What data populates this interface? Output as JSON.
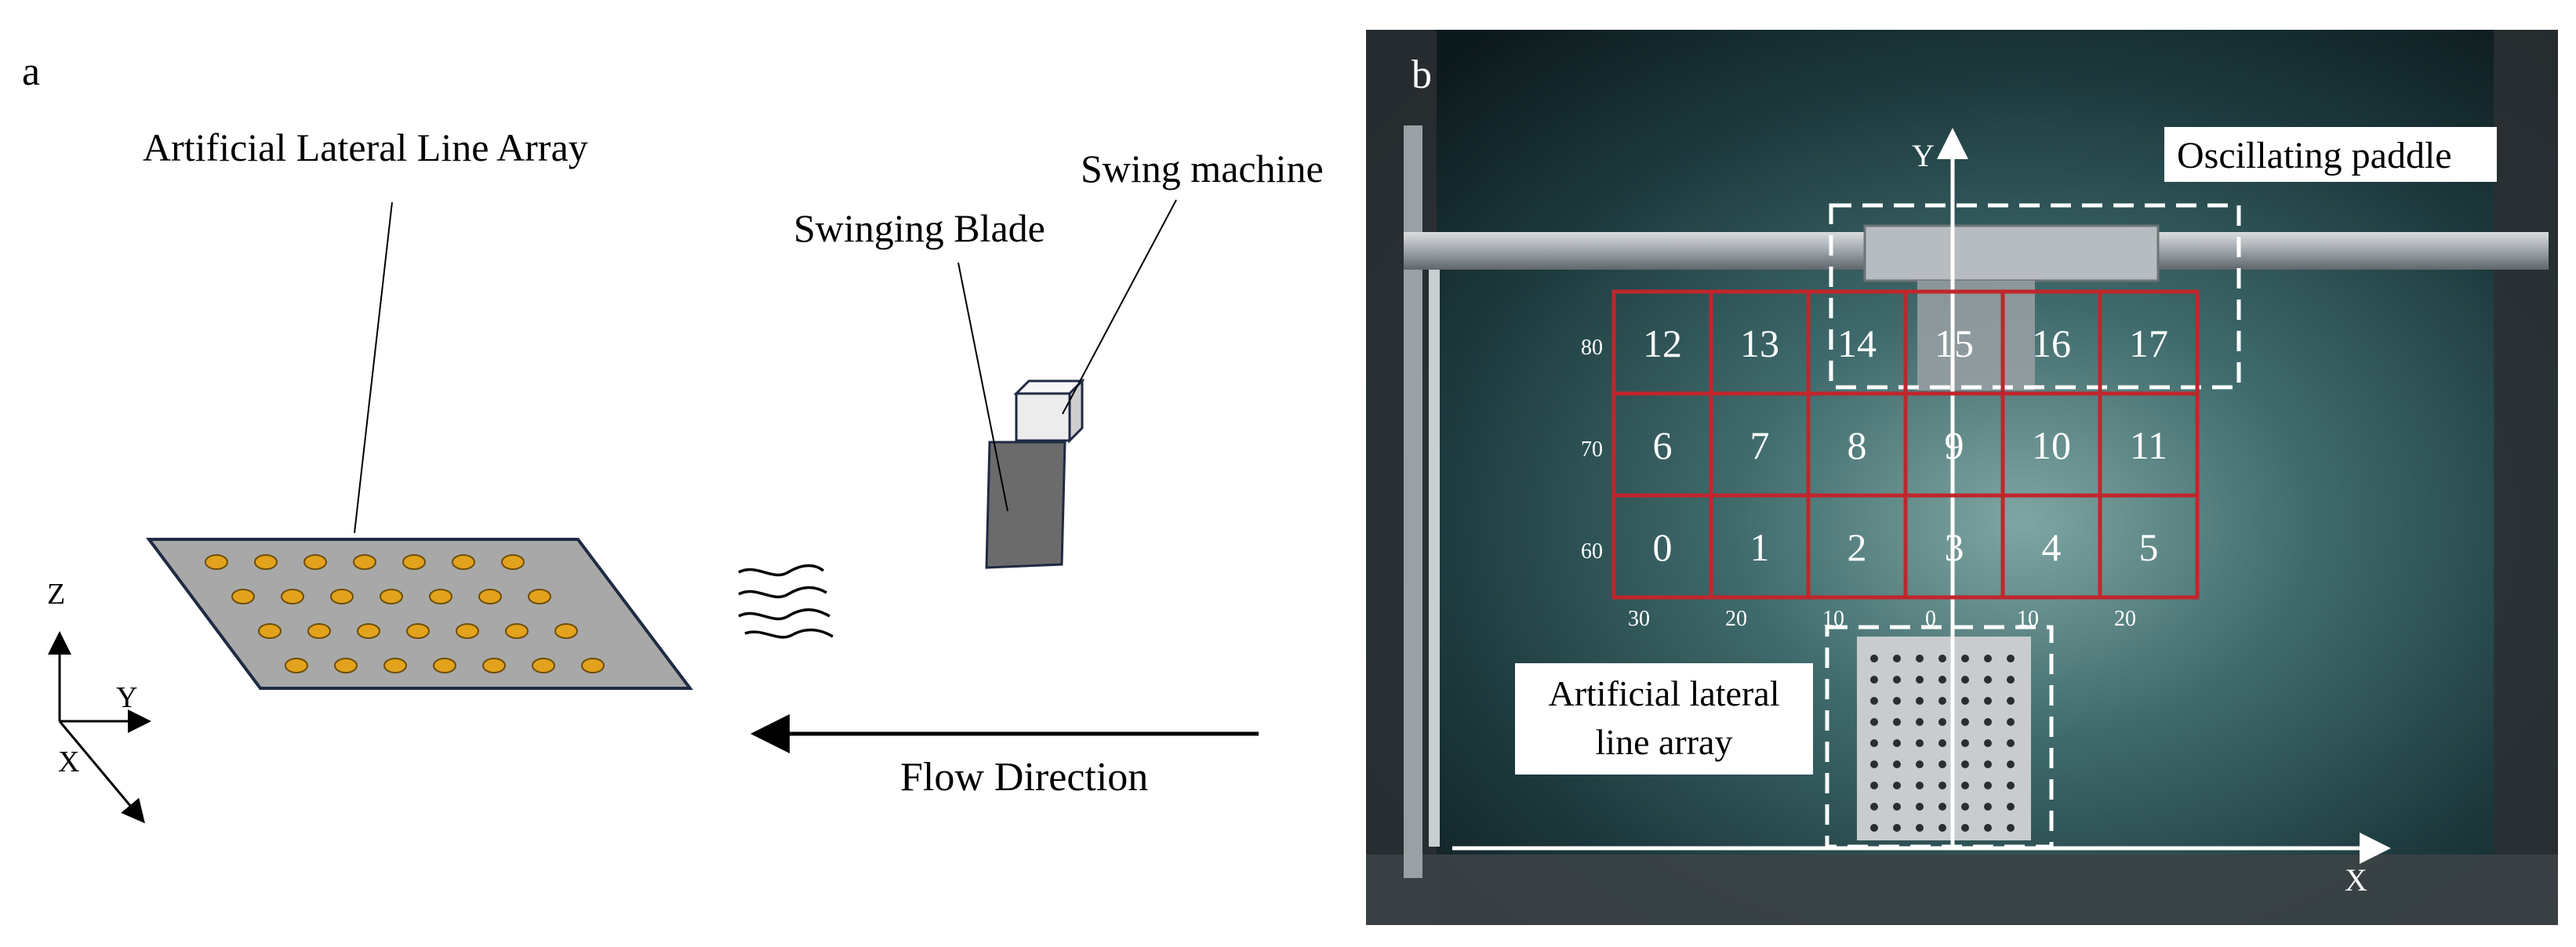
{
  "panel_a": {
    "label": "a",
    "array_title": "Artificial Lateral Line Array",
    "swing_machine": "Swing machine",
    "swinging_blade": "Swinging Blade",
    "flow_direction": "Flow Direction",
    "axes": {
      "z": "Z",
      "y": "Y",
      "x": "X"
    },
    "sensor_rows": [
      7,
      7,
      7,
      7
    ],
    "colors": {
      "plate": "#a8a8a8",
      "sensor": "#e3a21c",
      "blade": "#6b6b6b"
    }
  },
  "panel_b": {
    "label": "b",
    "oscillating_paddle": "Oscillating paddle",
    "array_label_line1": "Artificial lateral",
    "array_label_line2": "line array",
    "axis_y": "Y",
    "axis_x": "X",
    "grid_rows": [
      [
        "12",
        "13",
        "14",
        "15",
        "16",
        "17"
      ],
      [
        "6",
        "7",
        "8",
        "9",
        "10",
        "11"
      ],
      [
        "0",
        "1",
        "2",
        "3",
        "4",
        "5"
      ]
    ],
    "row_ticks": [
      "80",
      "70",
      "60"
    ],
    "col_ticks": [
      "30",
      "20",
      "10",
      "0",
      "10",
      "20"
    ],
    "colors": {
      "grid": "#c0262c",
      "water": "#1e3b40"
    }
  }
}
